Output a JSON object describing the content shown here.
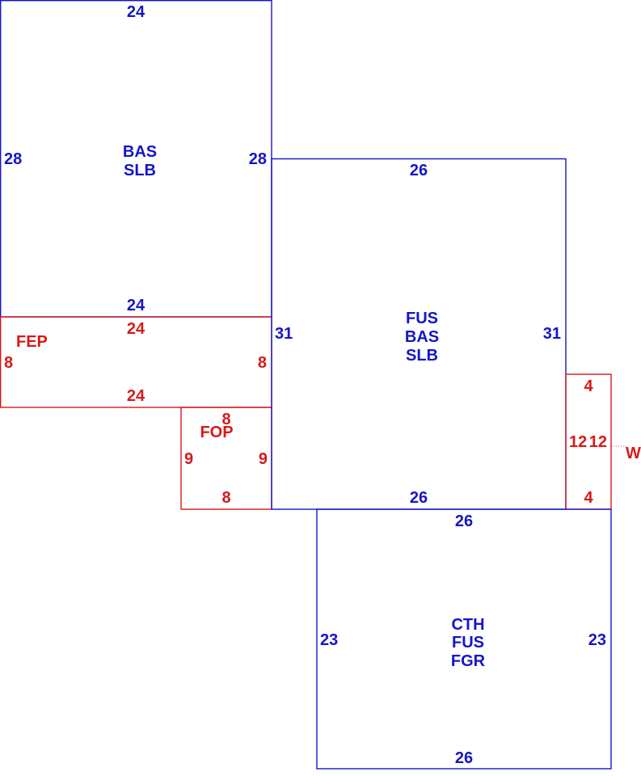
{
  "colors": {
    "primary": "#1515c8",
    "secondary": "#d61a1a",
    "background": "#ffffff"
  },
  "areas": {
    "bas_top": {
      "codes": [
        "BAS",
        "SLB"
      ],
      "dims": {
        "top": "24",
        "left": "28",
        "right": "28",
        "bottom": "24"
      }
    },
    "fep": {
      "code": "FEP",
      "dims": {
        "top": "24",
        "left": "8",
        "right": "8",
        "bottom": "24"
      }
    },
    "fop": {
      "code": "FOP",
      "dims": {
        "top": "8",
        "left": "9",
        "right": "9",
        "bottom": "8"
      }
    },
    "fus_main": {
      "codes": [
        "FUS",
        "BAS",
        "SLB"
      ],
      "dims": {
        "top": "26",
        "left": "31",
        "right": "31",
        "bottom": "26"
      }
    },
    "w_small": {
      "code": "W",
      "dims": {
        "top": "4",
        "left": "12",
        "right": "12",
        "bottom": "4"
      }
    },
    "cth": {
      "codes": [
        "CTH",
        "FUS",
        "FGR"
      ],
      "dims": {
        "top": "26",
        "left": "23",
        "right": "23",
        "bottom": "26"
      }
    }
  }
}
